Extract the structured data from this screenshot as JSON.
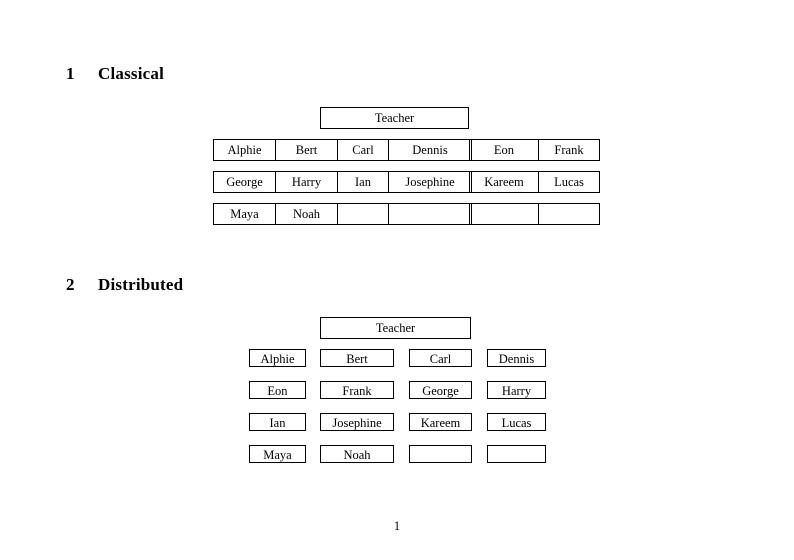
{
  "document": {
    "page_number": "1",
    "teacher_label": "Teacher"
  },
  "sections": [
    {
      "number": "1",
      "title": "Classical",
      "layout": "grouped-pairs",
      "teacher": "Teacher",
      "groups": [
        {
          "id": "group-1",
          "rows": [
            [
              "Alphie",
              "Bert"
            ],
            [
              "George",
              "Harry"
            ],
            [
              "Maya",
              "Noah"
            ]
          ]
        },
        {
          "id": "group-2",
          "rows": [
            [
              "Carl",
              "Dennis"
            ],
            [
              "Ian",
              "Josephine"
            ],
            [
              "",
              ""
            ]
          ]
        },
        {
          "id": "group-3",
          "rows": [
            [
              "Eon",
              "Frank"
            ],
            [
              "Kareem",
              "Lucas"
            ],
            [
              "",
              ""
            ]
          ]
        }
      ]
    },
    {
      "number": "2",
      "title": "Distributed",
      "layout": "single-cells",
      "teacher": "Teacher",
      "rows": [
        [
          "Alphie",
          "Bert",
          "Carl",
          "Dennis"
        ],
        [
          "Eon",
          "Frank",
          "George",
          "Harry"
        ],
        [
          "Ian",
          "Josephine",
          "Kareem",
          "Lucas"
        ],
        [
          "Maya",
          "Noah",
          "",
          ""
        ]
      ]
    }
  ]
}
